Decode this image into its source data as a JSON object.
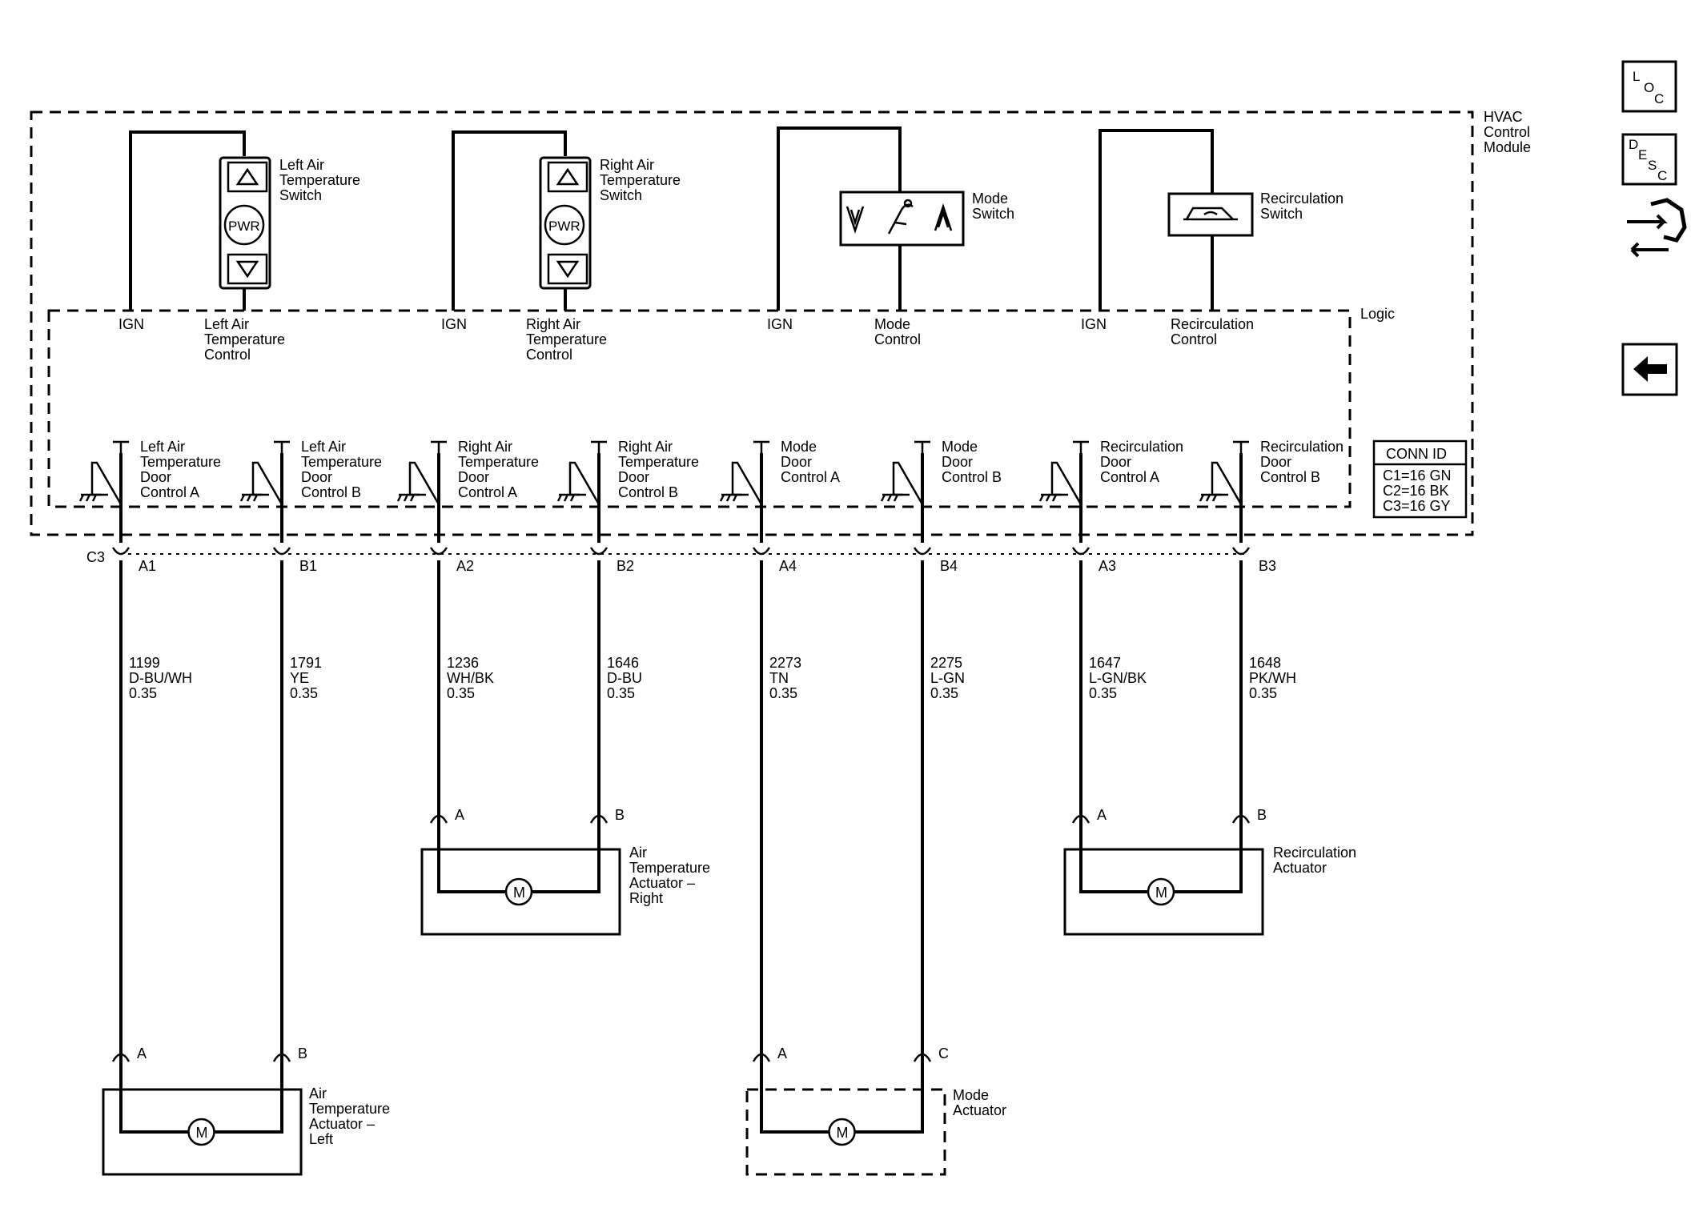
{
  "module": {
    "name": [
      "HVAC",
      "Control",
      "Module"
    ],
    "logic_label": "Logic"
  },
  "switches": [
    {
      "id": "left-air",
      "label": [
        "Left Air",
        "Temperature",
        "Switch"
      ],
      "button": "PWR"
    },
    {
      "id": "right-air",
      "label": [
        "Right Air",
        "Temperature",
        "Switch"
      ],
      "button": "PWR"
    },
    {
      "id": "mode",
      "label": [
        "Mode",
        "Switch"
      ]
    },
    {
      "id": "recirc",
      "label": [
        "Recirculation",
        "Switch"
      ]
    }
  ],
  "logic_inputs": [
    {
      "ign": "IGN",
      "control": [
        "Left Air",
        "Temperature",
        "Control"
      ]
    },
    {
      "ign": "IGN",
      "control": [
        "Right Air",
        "Temperature",
        "Control"
      ]
    },
    {
      "ign": "IGN",
      "control": [
        "Mode",
        "Control"
      ]
    },
    {
      "ign": "IGN",
      "control": [
        "Recirculation",
        "Control"
      ]
    }
  ],
  "outputs": [
    {
      "label": [
        "Left Air",
        "Temperature",
        "Door",
        "Control A"
      ],
      "pin": "A1",
      "circuit": "1199",
      "color": "D-BU/WH",
      "size": "0.35"
    },
    {
      "label": [
        "Left Air",
        "Temperature",
        "Door",
        "Control B"
      ],
      "pin": "B1",
      "circuit": "1791",
      "color": "YE",
      "size": "0.35"
    },
    {
      "label": [
        "Right Air",
        "Temperature",
        "Door",
        "Control A"
      ],
      "pin": "A2",
      "circuit": "1236",
      "color": "WH/BK",
      "size": "0.35"
    },
    {
      "label": [
        "Right Air",
        "Temperature",
        "Door",
        "Control B"
      ],
      "pin": "B2",
      "circuit": "1646",
      "color": "D-BU",
      "size": "0.35"
    },
    {
      "label": [
        "Mode",
        "Door",
        "Control A"
      ],
      "pin": "A4",
      "circuit": "2273",
      "color": "TN",
      "size": "0.35"
    },
    {
      "label": [
        "Mode",
        "Door",
        "Control B"
      ],
      "pin": "B4",
      "circuit": "2275",
      "color": "L-GN",
      "size": "0.35"
    },
    {
      "label": [
        "Recirculation",
        "Door",
        "Control A"
      ],
      "pin": "A3",
      "circuit": "1647",
      "color": "L-GN/BK",
      "size": "0.35"
    },
    {
      "label": [
        "Recirculation",
        "Door",
        "Control B"
      ],
      "pin": "B3",
      "circuit": "1648",
      "color": "PK/WH",
      "size": "0.35"
    }
  ],
  "connector": "C3",
  "conn_id": {
    "title": "CONN ID",
    "rows": [
      "C1=16 GN",
      "C2=16 BK",
      "C3=16 GY"
    ]
  },
  "actuators": [
    {
      "id": "right",
      "label": [
        "Air",
        "Temperature",
        "Actuator –",
        "Right"
      ],
      "pins": [
        "A",
        "B"
      ],
      "motor": "M"
    },
    {
      "id": "recirc",
      "label": [
        "Recirculation",
        "Actuator"
      ],
      "pins": [
        "A",
        "B"
      ],
      "motor": "M"
    },
    {
      "id": "left",
      "label": [
        "Air",
        "Temperature",
        "Actuator –",
        "Left"
      ],
      "pins": [
        "A",
        "B"
      ],
      "motor": "M"
    },
    {
      "id": "mode",
      "label": [
        "Mode",
        "Actuator"
      ],
      "pins": [
        "A",
        "C"
      ],
      "motor": "M"
    }
  ],
  "nav": {
    "loc": [
      "L",
      "O",
      "C"
    ],
    "desc": [
      "D",
      "E",
      "S",
      "C"
    ],
    "connector_icon": "connector-icon",
    "back_icon": "back-arrow-icon"
  }
}
